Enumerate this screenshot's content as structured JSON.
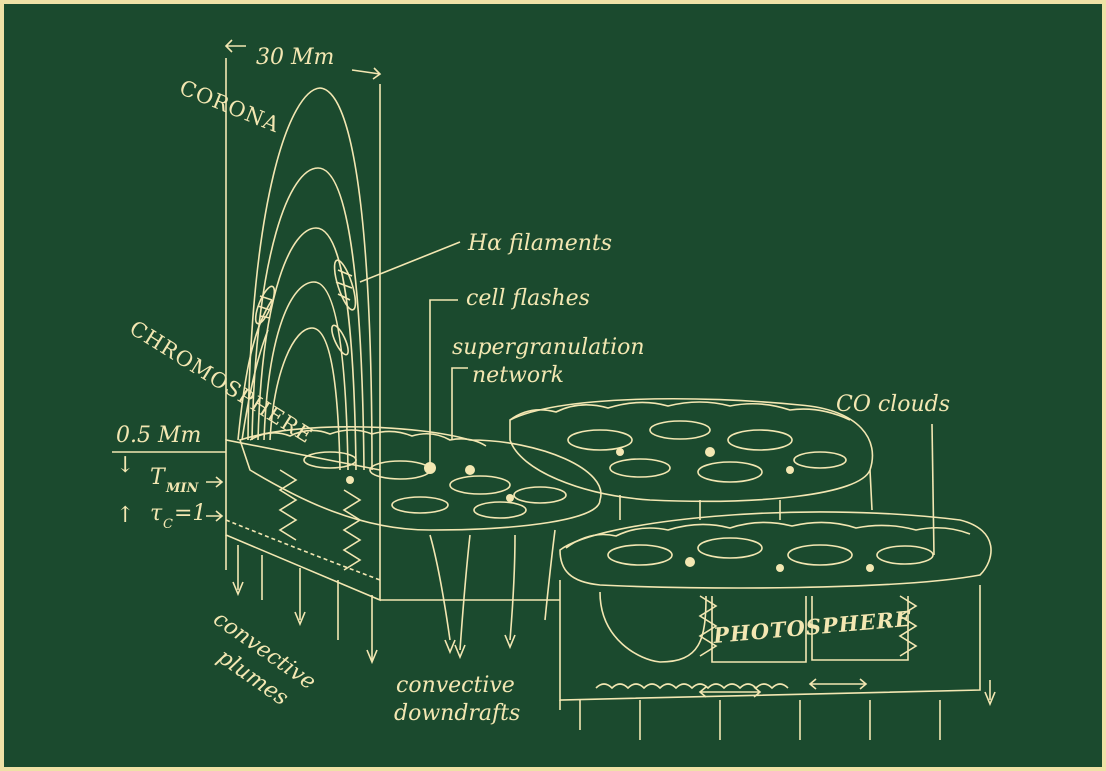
{
  "labels": {
    "width_scale": "30 Mm",
    "corona": "CORONA",
    "chromosphere": "CHROMOSPHERE",
    "halpha": "Hα filaments",
    "cell_flashes": "cell flashes",
    "supergranulation_1": "supergranulation",
    "supergranulation_2": "network",
    "co_clouds": "CO clouds",
    "height_scale": "0.5 Mm",
    "t_min": "T",
    "t_min_sub": "MIN",
    "tau": "τ",
    "tau_sub": "C",
    "tau_val": "=1",
    "photosphere": "PHOTOSPHERE",
    "conv_plumes_1": "convective",
    "conv_plumes_2": "plumes",
    "conv_down_1": "convective",
    "conv_down_2": "downdrafts"
  },
  "colors": {
    "background": "#1b4a2e",
    "ink": "#f3e7b2",
    "border": "#efe1a6"
  }
}
